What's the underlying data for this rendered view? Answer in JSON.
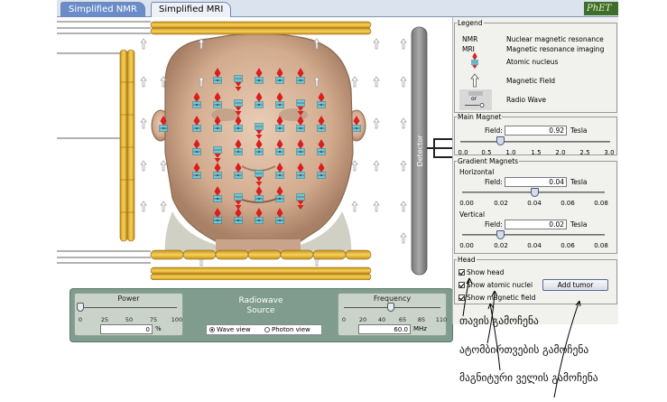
{
  "tabs": [
    {
      "label": "Simplified NMR",
      "active": true
    },
    {
      "label": "Simplified MRI",
      "active": false
    }
  ],
  "logo_text": "PhET",
  "detector_label": "Detector",
  "radiowave_source": {
    "title_line1": "Radiowave",
    "title_line2": "Source",
    "power": {
      "label": "Power",
      "ticks": [
        "0",
        "25",
        "50",
        "75",
        "100"
      ],
      "value": "0",
      "unit": "%"
    },
    "frequency": {
      "label": "Frequency",
      "ticks": [
        "0",
        "20",
        "40",
        "65",
        "85",
        "110"
      ],
      "value": "60.0",
      "unit": "MHz"
    },
    "views": [
      {
        "label": "Wave view",
        "selected": true
      },
      {
        "label": "Photon view",
        "selected": false
      }
    ]
  },
  "legend": {
    "title": "Legend",
    "rows": [
      {
        "abbr": "NMR",
        "text": "Nuclear magnetic resonance"
      },
      {
        "abbr": "MRI",
        "text": "Magnetic resonance imaging"
      },
      {
        "abbr": "",
        "text": "Atomic nucleus",
        "icon": "atomic-nucleus-icon"
      },
      {
        "abbr": "",
        "text": "Magnetic Field",
        "icon": "magnetic-field-arrow-icon"
      },
      {
        "abbr": "",
        "text": "Radio Wave",
        "icon": "radio-wave-icon",
        "icon_text": "or"
      }
    ]
  },
  "main_magnet": {
    "title": "Main Magnet",
    "field_label": "Field:",
    "value": "0.92",
    "unit": "Tesla",
    "ticks": [
      "0.0",
      "0.5",
      "1.0",
      "1.5",
      "2.0",
      "2.5",
      "3.0"
    ],
    "level": 0.92
  },
  "gradient_magnets": {
    "title": "Gradient Magnets",
    "horizontal": {
      "label": "Horizontal",
      "field_label": "Field:",
      "value": "0.04",
      "unit": "Tesla",
      "ticks": [
        "0.00",
        "0.02",
        "0.04",
        "0.06",
        "0.08"
      ],
      "level": 0.04
    },
    "vertical": {
      "label": "Vertical",
      "field_label": "Field:",
      "value": "0.02",
      "unit": "Tesla",
      "ticks": [
        "0.00",
        "0.02",
        "0.04",
        "0.06",
        "0.08"
      ],
      "level": 0.02
    }
  },
  "head_group": {
    "title": "Head",
    "show_head": "Show head",
    "show_nuclei": "Show atomic nuclei",
    "show_field": "Show magnetic field",
    "add_tumor": "Add tumor"
  },
  "annotations": [
    "თავის გამოჩენა",
    "ატომბირთვების გამოჩენა",
    "მაგნიტური ველის გამოჩენა"
  ],
  "colors": {
    "magnet_gold": "#e8b830",
    "nucleus_red": "#d81e1e",
    "nucleus_cyan": "#6ec8d8",
    "panel_green": "#7f9c8e",
    "tab_active": "#6a8cc8"
  }
}
